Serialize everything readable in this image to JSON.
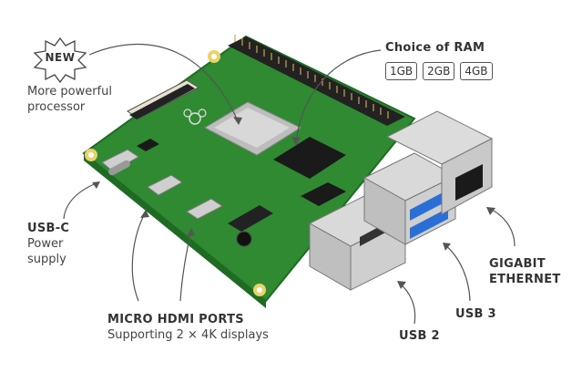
{
  "labels": {
    "new_badge": "NEW",
    "processor": [
      "More powerful",
      "processor"
    ],
    "ram_title": "Choice of RAM",
    "ram_options": [
      "1GB",
      "2GB",
      "4GB"
    ],
    "usbc": [
      "USB-C",
      "Power",
      "supply"
    ],
    "hdmi_title": "MICRO HDMI PORTS",
    "hdmi_sub": "Supporting 2 × 4K displays",
    "usb2": "USB 2",
    "usb3": "USB 3",
    "ethernet": [
      "GIGABIT",
      "ETHERNET"
    ]
  },
  "colors": {
    "pcb": "#2f8a32",
    "pcb_dark": "#1f6b24",
    "metal": "#c8c8c8",
    "usb3_blue": "#2a6fd6",
    "text": "#333333"
  }
}
